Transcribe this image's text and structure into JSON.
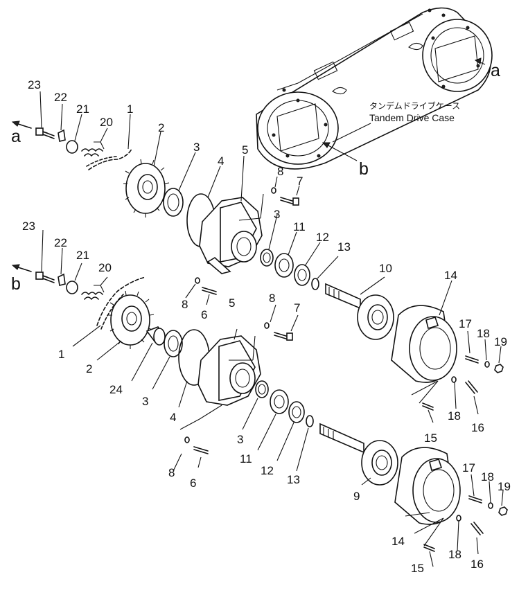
{
  "caption": {
    "japanese": "タンデムドライブケース",
    "english": "Tandem Drive Case"
  },
  "labels": {
    "a_case": "a",
    "b_case": "b",
    "a_left": "a",
    "b_left": "b"
  },
  "parts": {
    "upper": {
      "p23": "23",
      "p22": "22",
      "p21": "21",
      "p20": "20",
      "p1": "1",
      "p2": "2",
      "p3a": "3",
      "p4": "4",
      "p5": "5",
      "p8a": "8",
      "p7": "7",
      "p3b": "3",
      "p11": "11",
      "p12": "12",
      "p13": "13",
      "p10": "10",
      "p14": "14",
      "p17": "17",
      "p18a": "18",
      "p19": "19",
      "p8b": "8",
      "p6": "6",
      "p18b": "18",
      "p16": "16",
      "p15": "15"
    },
    "lower": {
      "p23": "23",
      "p22": "22",
      "p21": "21",
      "p20": "20",
      "p1": "1",
      "p2": "2",
      "p24": "24",
      "p3a": "3",
      "p4": "4",
      "p5": "5",
      "p8a": "8",
      "p7": "7",
      "p3b": "3",
      "p11": "11",
      "p12": "12",
      "p13": "13",
      "p9": "9",
      "p14": "14",
      "p17": "17",
      "p18a": "18",
      "p19": "19",
      "p8b": "8",
      "p6": "6",
      "p18b": "18",
      "p16": "16",
      "p15": "15"
    }
  }
}
